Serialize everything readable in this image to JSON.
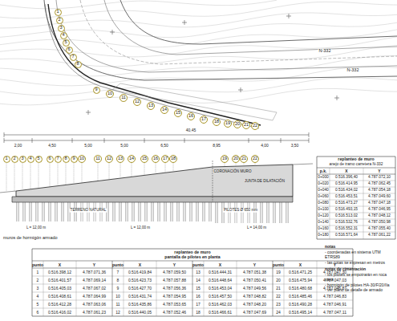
{
  "diagram": {
    "nodes": [
      {
        "text": [
          "1"
        ]
      },
      {
        "text": [
          "2"
        ]
      },
      {
        "text": [
          "3"
        ]
      },
      {
        "text": [
          "4"
        ]
      },
      {
        "text": [
          "5"
        ]
      },
      {
        "text": [
          "6"
        ]
      },
      {
        "text": [
          "7"
        ]
      },
      {
        "text": [
          "8"
        ]
      },
      {
        "text": [
          "9"
        ]
      },
      {
        "text": [
          "10"
        ]
      },
      {
        "text": [
          "11"
        ]
      },
      {
        "text": [
          "12"
        ]
      },
      {
        "text": [
          "13"
        ]
      },
      {
        "text": [
          "14"
        ]
      },
      {
        "text": [
          "15"
        ]
      },
      {
        "text": [
          "16"
        ]
      },
      {
        "text": [
          "17"
        ]
      },
      {
        "text": [
          "18"
        ]
      },
      {
        "text": [
          "19"
        ]
      },
      {
        "text": [
          "20"
        ]
      },
      {
        "text": [
          "21"
        ]
      },
      {
        "text": [
          "22"
        ]
      },
      {
        "text": [
          "1"
        ]
      },
      {
        "text": [
          "2"
        ]
      },
      {
        "text": [
          "3"
        ]
      },
      {
        "text": [
          "4"
        ]
      },
      {
        "text": [
          "5"
        ]
      },
      {
        "text": [
          "6"
        ]
      },
      {
        "text": [
          "7"
        ]
      },
      {
        "text": [
          "8"
        ]
      },
      {
        "text": [
          "9"
        ]
      },
      {
        "text": [
          "10"
        ]
      },
      {
        "text": [
          "11"
        ]
      },
      {
        "text": [
          "12"
        ]
      },
      {
        "text": [
          "13"
        ]
      },
      {
        "text": [
          "14"
        ]
      },
      {
        "text": [
          "15"
        ]
      },
      {
        "text": [
          "16"
        ]
      },
      {
        "text": [
          "17"
        ]
      },
      {
        "text": [
          "18"
        ]
      },
      {
        "text": [
          "19"
        ]
      },
      {
        "text": [
          "20"
        ]
      },
      {
        "text": [
          "21"
        ]
      },
      {
        "text": [
          "22"
        ]
      }
    ],
    "labels": [
      "N-332",
      "N-332",
      "40,45",
      "2,00",
      "4,50",
      "5,00",
      "5,00",
      "6,50",
      "8,95",
      "4,00",
      "3,50",
      "CORONACIÓN MURO",
      "JUNTA DE DILATACIÓN",
      "TERRENO NATURAL",
      "PILOTES Ø 650 mm",
      "L = 12,00 m",
      "L = 12,00 m",
      "L = 14,00 m",
      "muros de hormigón armado",
      "replanteo de muro",
      "pantalla de pilotes en planta",
      "punto",
      "X",
      "Y",
      "punto",
      "X",
      "Y",
      "punto",
      "X",
      "Y",
      "punto",
      "X",
      "Y",
      "1",
      "0.516.398,12",
      "4.787.071,36",
      "7",
      "0.516.419,84",
      "4.787.059,50",
      "13",
      "0.516.444,31",
      "4.787.051,38",
      "19",
      "0.516.471,25",
      "4.787.047,30",
      "2",
      "0.516.401,57",
      "4.787.069,14",
      "8",
      "0.516.423,73",
      "4.787.057,88",
      "14",
      "0.516.448,64",
      "4.787.050,41",
      "20",
      "0.516.475,94",
      "4.787.047,03",
      "3",
      "0.516.405,03",
      "4.787.067,02",
      "9",
      "0.516.427,70",
      "4.787.056,36",
      "15",
      "0.516.453,04",
      "4.787.049,56",
      "21",
      "0.516.480,68",
      "4.787.046,87",
      "4",
      "0.516.408,61",
      "4.787.064,99",
      "10",
      "0.516.431,74",
      "4.787.054,95",
      "16",
      "0.516.457,50",
      "4.787.048,82",
      "22",
      "0.516.485,46",
      "4.787.046,83",
      "5",
      "0.516.412,28",
      "4.787.063,06",
      "11",
      "0.516.435,86",
      "4.787.053,65",
      "17",
      "0.516.462,03",
      "4.787.048,20",
      "23",
      "0.516.490,28",
      "4.787.046,91",
      "6",
      "0.516.416,02",
      "4.787.061,23",
      "12",
      "0.516.440,05",
      "4.787.052,46",
      "18",
      "0.516.466,61",
      "4.787.047,69",
      "24",
      "0.516.495,14",
      "4.787.047,11",
      "replanteo de muro",
      "anejo de tramo carretera N-332",
      "p.k.",
      "X",
      "Y",
      "0+000",
      "0.516.396,40",
      "4.787.072,10",
      "0+020",
      "0.516.414,95",
      "4.787.062,45",
      "0+040",
      "0.516.434,02",
      "4.787.054,18",
      "0+060",
      "0.516.453,51",
      "4.787.049,60",
      "0+080",
      "0.516.473,27",
      "4.787.047,18",
      "0+100",
      "0.516.493,15",
      "4.787.046,95",
      "0+120",
      "0.516.513,02",
      "4.787.048,12",
      "0+140",
      "0.516.532,76",
      "4.787.050,98",
      "0+160",
      "0.516.552,31",
      "4.787.055,40",
      "0+180",
      "0.516.571,64",
      "4.787.061,22",
      "notas",
      "- coordenadas en sistema UTM ETRS89",
      "- las cotas se expresan en metros",
      "notas de cimentación",
      "- los pilotes se empotrarán en roca sana",
      "- hormigón de pilotes HA-30/F/20/IIa",
      "- ver plano de detalle de armado"
    ]
  }
}
